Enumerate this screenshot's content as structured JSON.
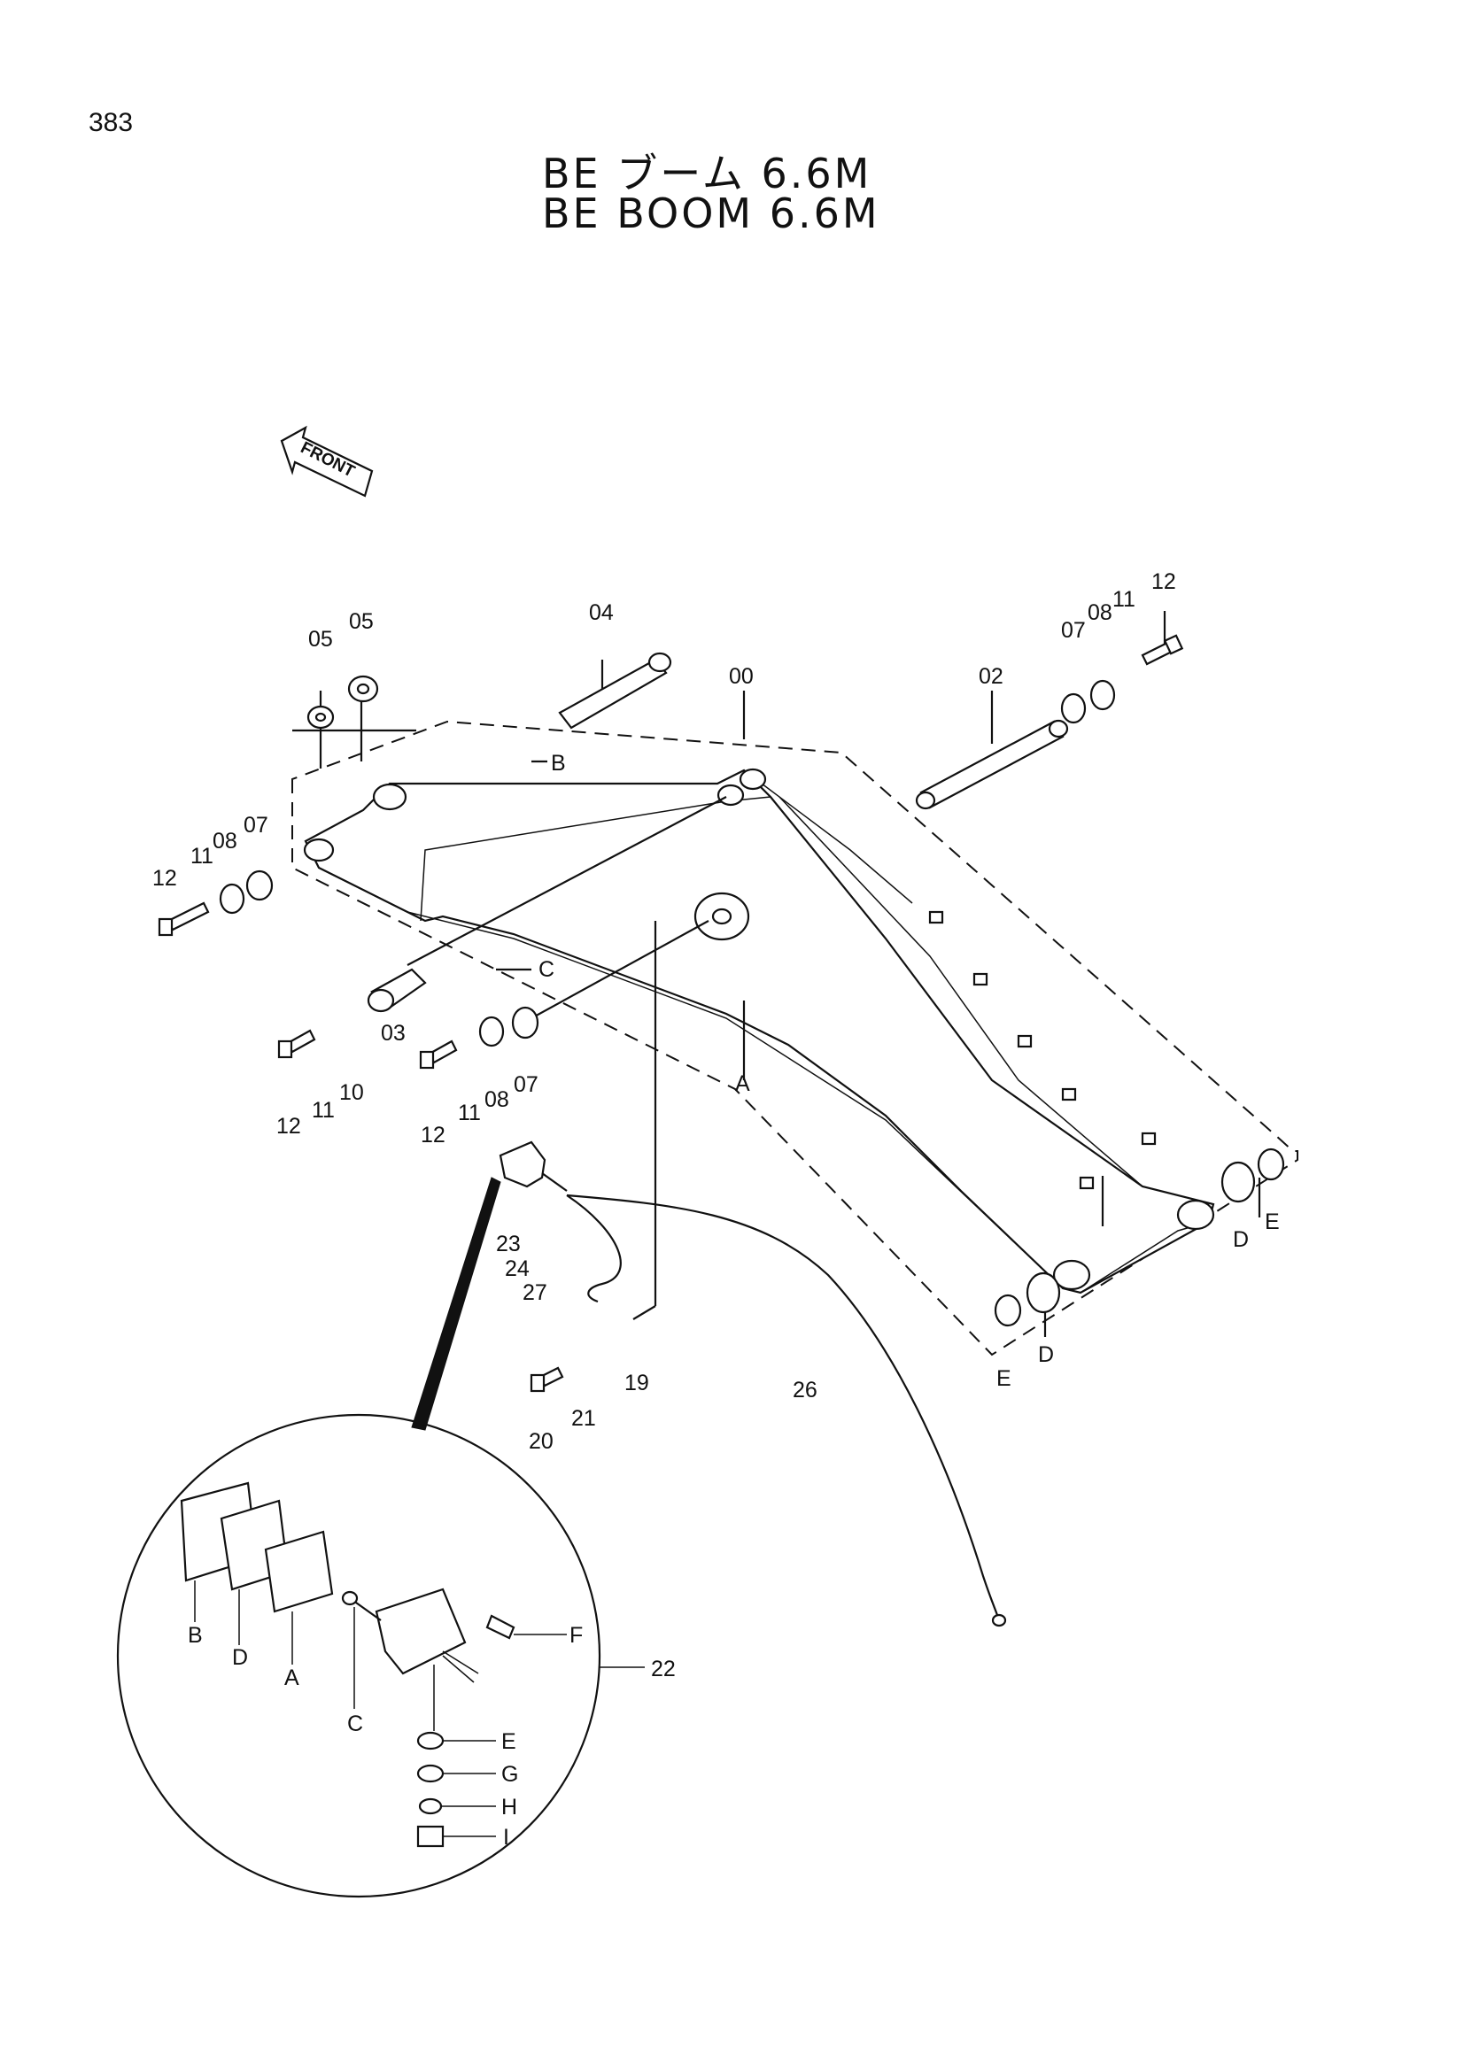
{
  "page": {
    "number": "383"
  },
  "title": {
    "jp": "BE ブーム 6.6M",
    "en": "BE BOOM 6.6M"
  },
  "front_marker": "FRONT",
  "callouts": [
    {
      "id": "c-05a",
      "label": "05"
    },
    {
      "id": "c-05b",
      "label": "05"
    },
    {
      "id": "c-04",
      "label": "04"
    },
    {
      "id": "c-00",
      "label": "00"
    },
    {
      "id": "c-02",
      "label": "02"
    },
    {
      "id": "c-07-tr",
      "label": "07"
    },
    {
      "id": "c-08-tr",
      "label": "08"
    },
    {
      "id": "c-11-tr",
      "label": "11"
    },
    {
      "id": "c-12-tr",
      "label": "12"
    },
    {
      "id": "c-B",
      "label": "B"
    },
    {
      "id": "c-C",
      "label": "C"
    },
    {
      "id": "c-A",
      "label": "A"
    },
    {
      "id": "c-12-l",
      "label": "12"
    },
    {
      "id": "c-11-l",
      "label": "11"
    },
    {
      "id": "c-08-l",
      "label": "08"
    },
    {
      "id": "c-07-l",
      "label": "07"
    },
    {
      "id": "c-03",
      "label": "03"
    },
    {
      "id": "c-12-bl",
      "label": "12"
    },
    {
      "id": "c-11-bl",
      "label": "11"
    },
    {
      "id": "c-10",
      "label": "10"
    },
    {
      "id": "c-12-bm",
      "label": "12"
    },
    {
      "id": "c-11-bm",
      "label": "11"
    },
    {
      "id": "c-08-bm",
      "label": "08"
    },
    {
      "id": "c-07-bm",
      "label": "07"
    },
    {
      "id": "c-23",
      "label": "23"
    },
    {
      "id": "c-24",
      "label": "24"
    },
    {
      "id": "c-27",
      "label": "27"
    },
    {
      "id": "c-19",
      "label": "19"
    },
    {
      "id": "c-20",
      "label": "20"
    },
    {
      "id": "c-21",
      "label": "21"
    },
    {
      "id": "c-26",
      "label": "26"
    },
    {
      "id": "c-D-r",
      "label": "D"
    },
    {
      "id": "c-E-r",
      "label": "E"
    },
    {
      "id": "c-E-b",
      "label": "E"
    },
    {
      "id": "c-D-b",
      "label": "D"
    },
    {
      "id": "c-22",
      "label": "22"
    },
    {
      "id": "c-lamp-B",
      "label": "B"
    },
    {
      "id": "c-lamp-D",
      "label": "D"
    },
    {
      "id": "c-lamp-A",
      "label": "A"
    },
    {
      "id": "c-lamp-C",
      "label": "C"
    },
    {
      "id": "c-lamp-F",
      "label": "F"
    },
    {
      "id": "c-lamp-E",
      "label": "E"
    },
    {
      "id": "c-lamp-G",
      "label": "G"
    },
    {
      "id": "c-lamp-H",
      "label": "H"
    },
    {
      "id": "c-lamp-I",
      "label": "I"
    }
  ]
}
